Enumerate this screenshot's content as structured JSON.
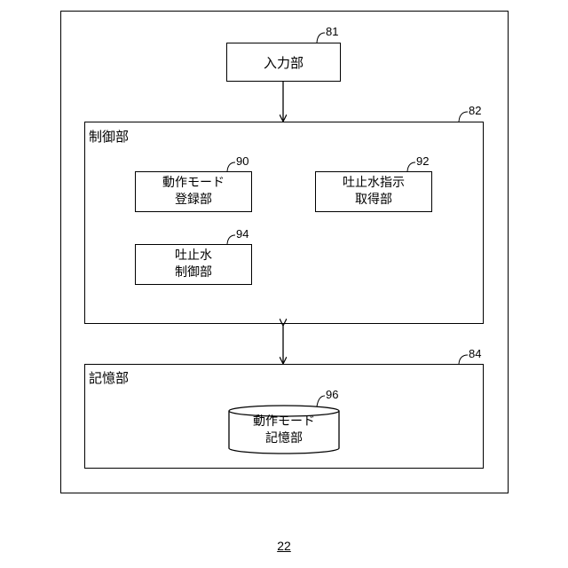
{
  "diagram": {
    "figure_number": "22",
    "outer_box": {},
    "input_unit": {
      "label": "入力部",
      "ref": "81"
    },
    "control_unit": {
      "label": "制御部",
      "ref": "82"
    },
    "operation_mode_registration": {
      "line1": "動作モード",
      "line2": "登録部",
      "ref": "90"
    },
    "spout_water_instruction_acquisition": {
      "line1": "吐止水指示",
      "line2": "取得部",
      "ref": "92"
    },
    "spout_water_control": {
      "line1": "吐止水",
      "line2": "制御部",
      "ref": "94"
    },
    "storage_unit": {
      "label": "記憶部",
      "ref": "84"
    },
    "operation_mode_storage": {
      "line1": "動作モード",
      "line2": "記憶部",
      "ref": "96"
    }
  }
}
